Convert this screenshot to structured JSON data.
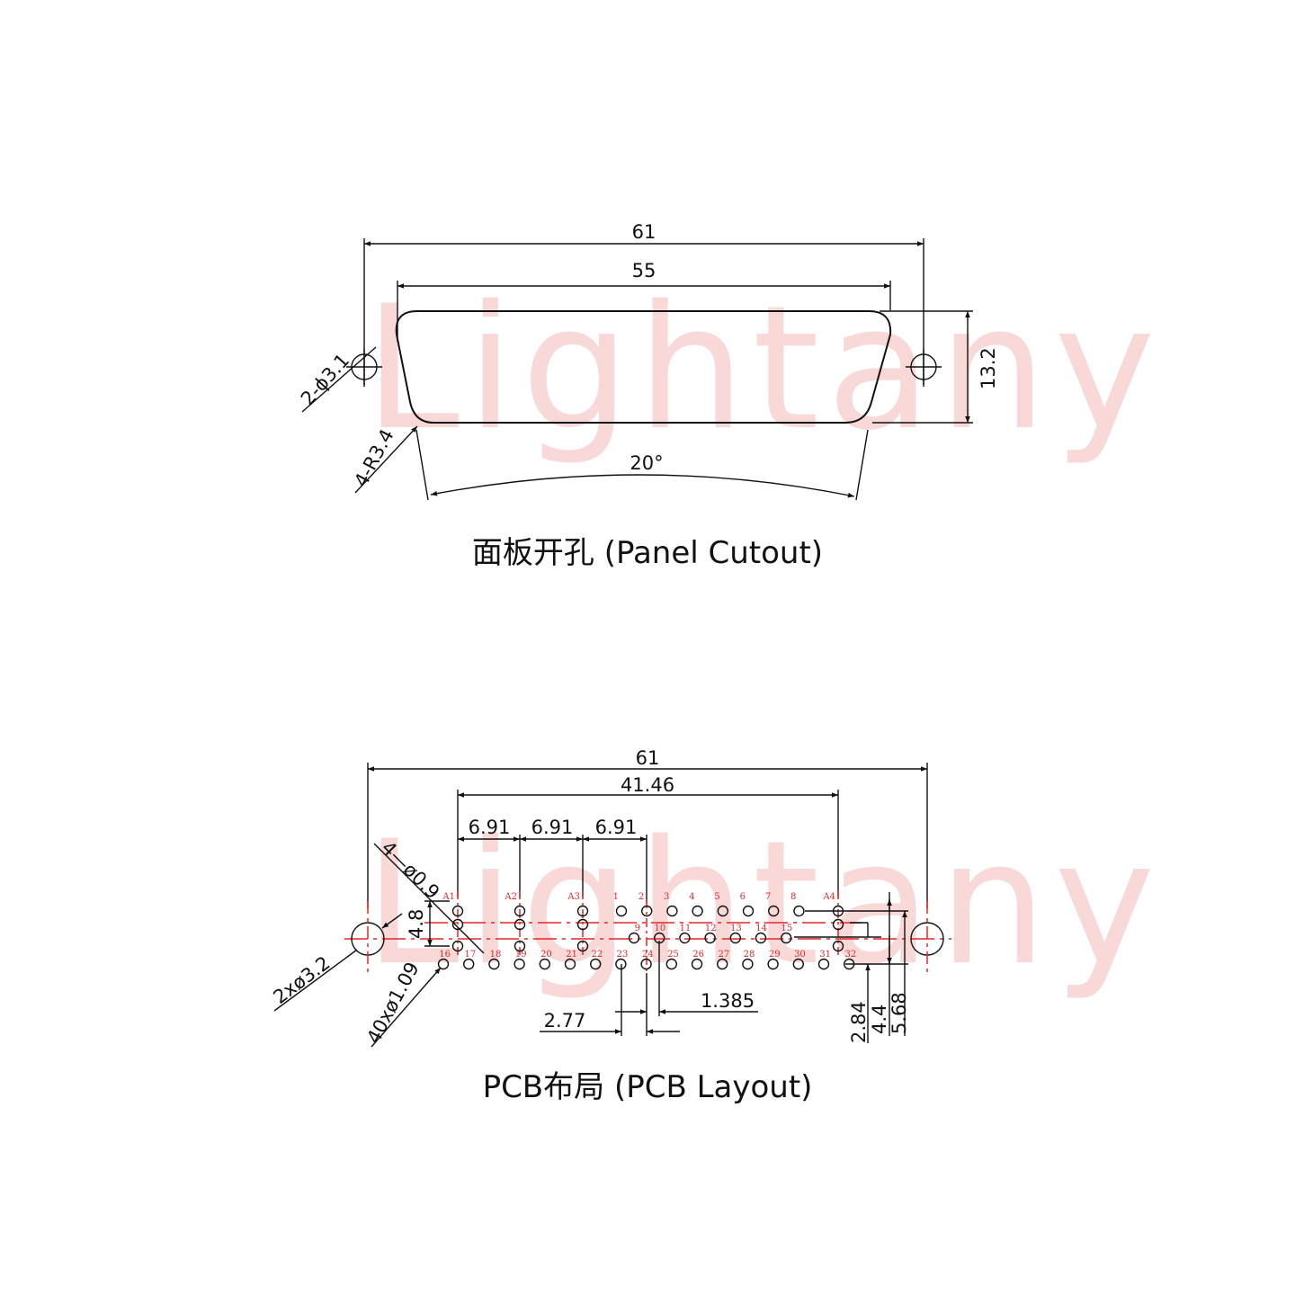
{
  "watermark": "Lightany",
  "panel": {
    "caption": "面板开孔 (Panel Cutout)",
    "dim_overall": "61",
    "dim_shell": "55",
    "dim_height": "13.2",
    "dim_holes": "2-ϕ3.1",
    "dim_radius": "4-R3.4",
    "dim_angle": "20°"
  },
  "pcb": {
    "caption": "PCB布局 (PCB Layout)",
    "dim_overall": "61",
    "dim_pitch_span": "41.46",
    "dim_spacing": [
      "6.91",
      "6.91",
      "6.91"
    ],
    "dim_small_holes": "4—ø0.9",
    "dim_vertical": "4.8",
    "dim_mount_holes": "2xø3.2",
    "dim_pin_holes": "40xø1.09",
    "dim_pitch": "2.77",
    "dim_offset": "1.385",
    "dim_row1": "2.84",
    "dim_row2": "4.4",
    "dim_row3": "5.68",
    "pin_labels_top": [
      "A1",
      "A2",
      "A3",
      "1",
      "2",
      "3",
      "4",
      "5",
      "6",
      "7",
      "8",
      "A4"
    ],
    "pin_labels_mid": [
      "9",
      "10",
      "11",
      "12",
      "13",
      "14",
      "15"
    ],
    "pin_labels_bottom": [
      "16",
      "17",
      "18",
      "19",
      "20",
      "21",
      "22",
      "23",
      "24",
      "25",
      "26",
      "27",
      "28",
      "29",
      "30",
      "31",
      "32"
    ]
  }
}
